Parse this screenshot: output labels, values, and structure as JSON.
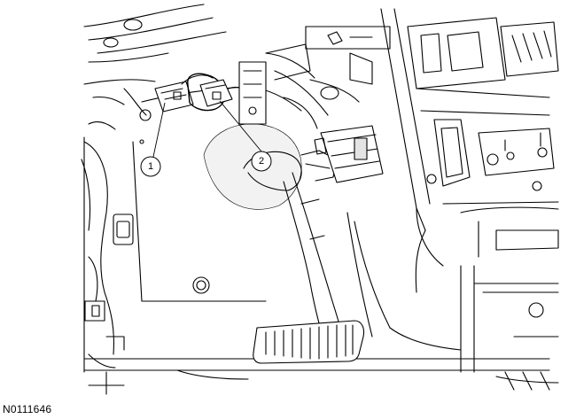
{
  "callouts": [
    {
      "number": "1"
    },
    {
      "number": "2"
    }
  ],
  "figure_code": "N0111646",
  "colors": {
    "line": "#000000",
    "shade": "#d8d8d8",
    "background": "#ffffff"
  }
}
